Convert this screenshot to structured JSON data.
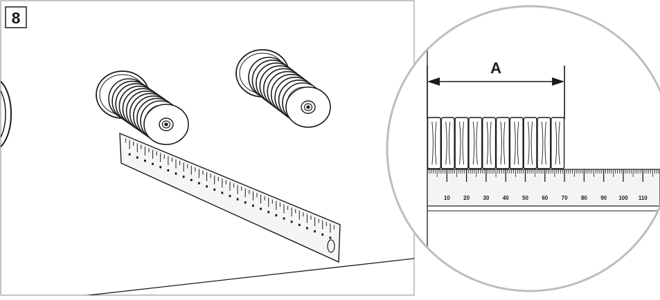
{
  "step": {
    "number": "8"
  },
  "detail": {
    "dimension_label": "A",
    "ruler_ticks": [
      "10",
      "20",
      "30",
      "40",
      "50",
      "60",
      "70",
      "80",
      "90",
      "100",
      "110"
    ],
    "measured_from_mm": 0,
    "measured_to_mm": 70,
    "ring_count": 10
  },
  "colors": {
    "line": "#1a1a1a",
    "frame": "#8a8a8a",
    "magnifier_ring": "#bdbdbd",
    "ruler_fill": "#f2f2f2"
  }
}
